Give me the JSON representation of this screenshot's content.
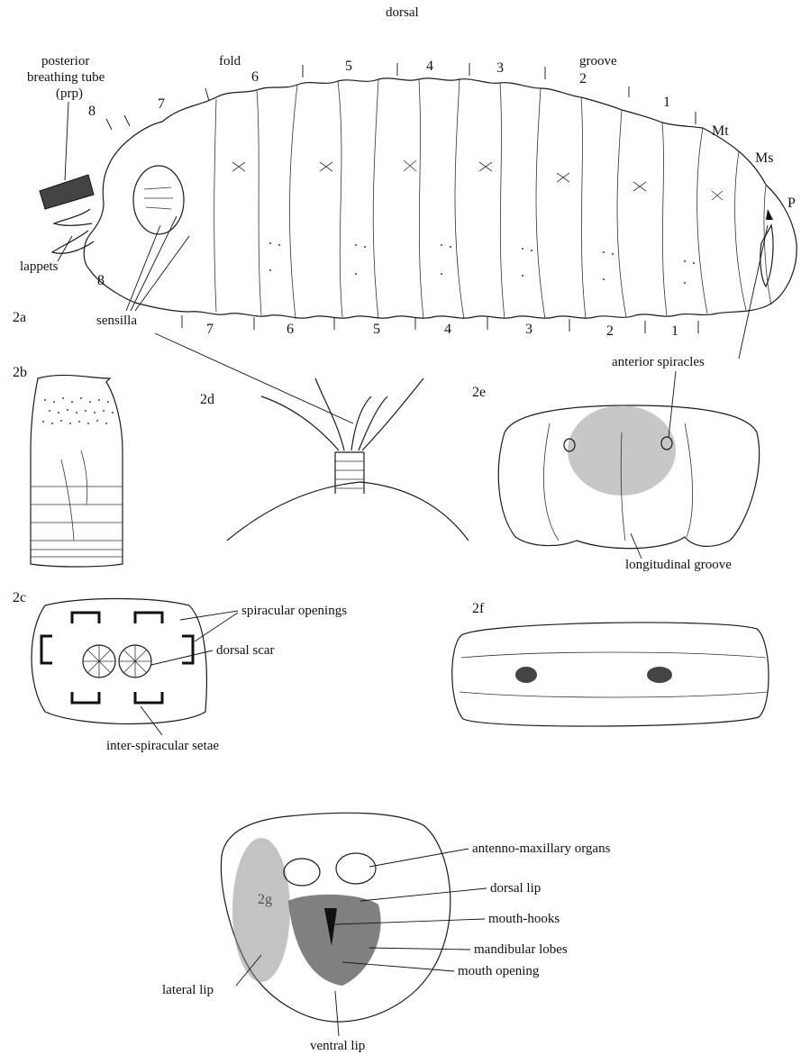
{
  "figure": {
    "panel_2a": {
      "panel_label": "2a",
      "top_label": "dorsal",
      "posterior_label_line1": "posterior",
      "posterior_label_line2": "breathing tube",
      "posterior_label_line3": "(prp)",
      "fold_label": "fold",
      "groove_label": "groove",
      "lappets_label": "lappets",
      "sensilla_label": "sensilla",
      "thoracic_labels": {
        "mt": "Mt",
        "ms": "Ms",
        "p": "P"
      },
      "dorsal_segments": [
        "8",
        "7",
        "6",
        "5",
        "4",
        "3",
        "2",
        "1"
      ],
      "ventral_segments": [
        "8",
        "7",
        "6",
        "5",
        "4",
        "3",
        "2",
        "1"
      ]
    },
    "panel_2b": {
      "panel_label": "2b"
    },
    "panel_2c": {
      "panel_label": "2c",
      "spiracular_openings_label": "spiracular openings",
      "dorsal_scar_label": "dorsal scar",
      "inter_spiracular_label": "inter-spiracular setae"
    },
    "panel_2d": {
      "panel_label": "2d"
    },
    "panel_2e": {
      "panel_label": "2e",
      "anterior_spiracles_label": "anterior spiracles",
      "longitudinal_groove_label": "longitudinal groove"
    },
    "panel_2f": {
      "panel_label": "2f"
    },
    "panel_2g": {
      "panel_label": "2g",
      "antenno_label": "antenno-maxillary organs",
      "dorsal_lip_label": "dorsal lip",
      "mouth_hooks_label": "mouth-hooks",
      "mandibular_label": "mandibular lobes",
      "mouth_opening_label": "mouth opening",
      "lateral_lip_label": "lateral lip",
      "ventral_lip_label": "ventral lip"
    }
  }
}
